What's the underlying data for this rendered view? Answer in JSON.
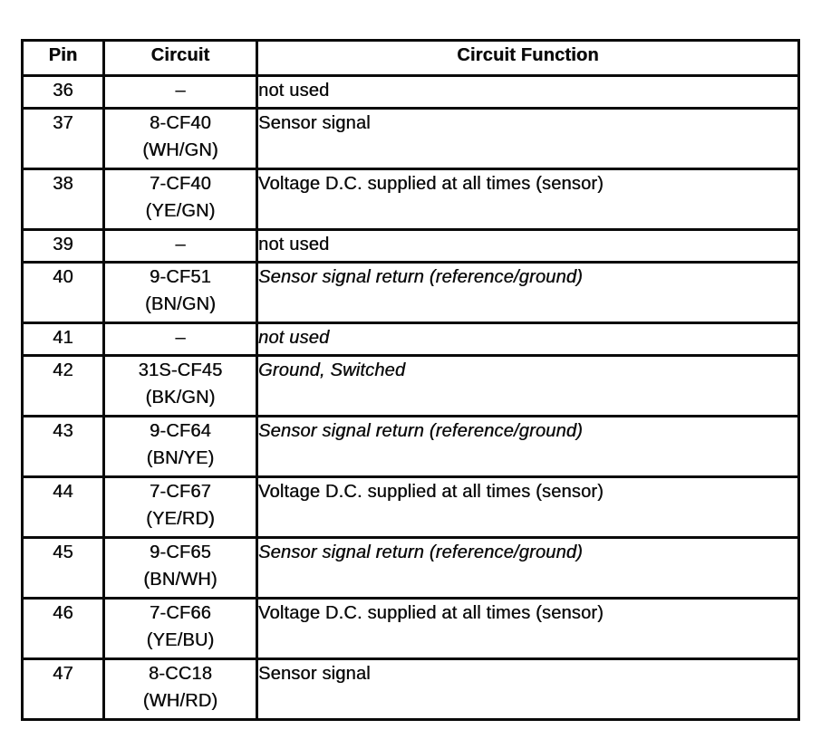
{
  "colors": {
    "ink": "#0b0b0b",
    "paper": "#ffffff",
    "border": "#0a0a0a"
  },
  "table": {
    "columns": {
      "pin": "Pin",
      "circuit": "Circuit",
      "function": "Circuit Function"
    },
    "rows": [
      {
        "pin": "36",
        "circuit": "–",
        "color": "",
        "function": "not used"
      },
      {
        "pin": "37",
        "circuit": "8-CF40",
        "color": "(WH/GN)",
        "function": "Sensor signal"
      },
      {
        "pin": "38",
        "circuit": "7-CF40",
        "color": "(YE/GN)",
        "function": "Voltage D.C. supplied at all times (sensor)"
      },
      {
        "pin": "39",
        "circuit": "–",
        "color": "",
        "function": "not used"
      },
      {
        "pin": "40",
        "circuit": "9-CF51",
        "color": "(BN/GN)",
        "function": "Sensor signal return (reference/ground)"
      },
      {
        "pin": "41",
        "circuit": "–",
        "color": "",
        "function": "not used"
      },
      {
        "pin": "42",
        "circuit": "31S-CF45",
        "color": "(BK/GN)",
        "function": "Ground, Switched"
      },
      {
        "pin": "43",
        "circuit": "9-CF64",
        "color": "(BN/YE)",
        "function": "Sensor signal return (reference/ground)"
      },
      {
        "pin": "44",
        "circuit": "7-CF67",
        "color": "(YE/RD)",
        "function": "Voltage D.C. supplied at all times (sensor)"
      },
      {
        "pin": "45",
        "circuit": "9-CF65",
        "color": "(BN/WH)",
        "function": "Sensor signal return (reference/ground)"
      },
      {
        "pin": "46",
        "circuit": "7-CF66",
        "color": "(YE/BU)",
        "function": "Voltage D.C. supplied at all times (sensor)"
      },
      {
        "pin": "47",
        "circuit": "8-CC18",
        "color": "(WH/RD)",
        "function": "Sensor signal"
      }
    ]
  }
}
